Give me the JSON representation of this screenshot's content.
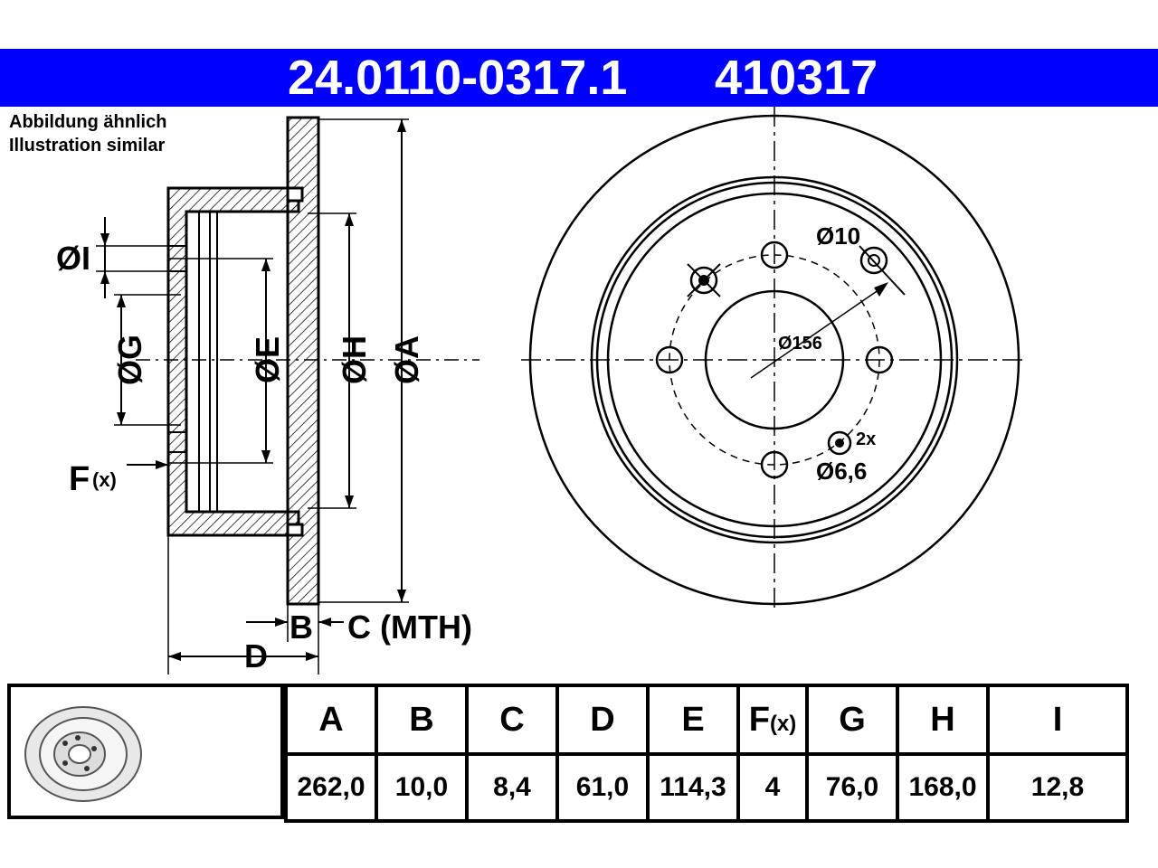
{
  "header": {
    "part_number": "24.0110-0317.1",
    "ref_number": "410317",
    "bar_color": "#0000ff"
  },
  "note": {
    "line1": "Abbildung ähnlich",
    "line2": "Illustration similar"
  },
  "section_labels": {
    "I": "ØI",
    "G": "ØG",
    "E": "ØE",
    "H": "ØH",
    "A": "ØA",
    "F": "F",
    "F_sub": "(x)",
    "B": "B",
    "C": "C (MTH)",
    "D": "D"
  },
  "front_labels": {
    "hole10": "Ø10",
    "pcd": "Ø156",
    "count": "2x",
    "hole66": "Ø6,6"
  },
  "table": {
    "headers": [
      "A",
      "B",
      "C",
      "D",
      "E",
      "F",
      "G",
      "H",
      "I"
    ],
    "f_sub": "(x)",
    "values": [
      "262,0",
      "10,0",
      "8,4",
      "61,0",
      "114,3",
      "4",
      "76,0",
      "168,0",
      "12,8"
    ]
  }
}
